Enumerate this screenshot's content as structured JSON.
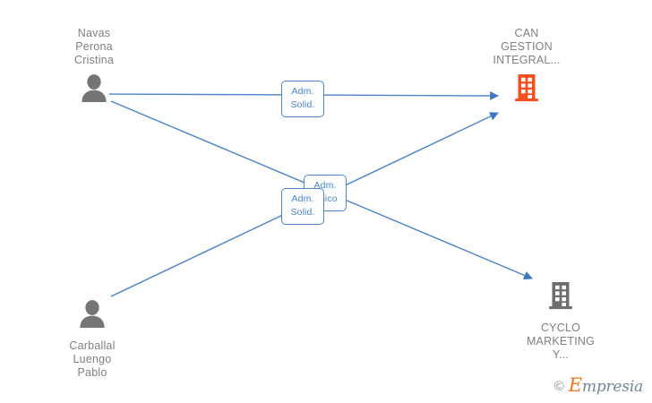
{
  "diagram": {
    "type": "relationship-graph",
    "background_color": "#ffffff",
    "edge_color": "#4a86c8",
    "person_icon_color": "#757575",
    "company_active_color": "#f4511e",
    "company_inactive_color": "#6e6e6e",
    "label_text_color": "#808080",
    "nodes": [
      {
        "id": "navas-perona-cristina",
        "kind": "person",
        "label": "Navas\nPerona\nCristina",
        "icon": "person-icon",
        "label_position": "top"
      },
      {
        "id": "can-gestion-integral",
        "kind": "company",
        "label": "CAN\nGESTION\nINTEGRAL...",
        "icon": "building-icon",
        "label_position": "top",
        "color": "#f4511e"
      },
      {
        "id": "carballal-luengo-pablo",
        "kind": "person",
        "label": "Carballal\nLuengo\nPablo",
        "icon": "person-icon",
        "label_position": "bottom"
      },
      {
        "id": "cyclo-marketing-y",
        "kind": "company",
        "label": "CYCLO\nMARKETING\nY...",
        "icon": "building-icon",
        "label_position": "bottom",
        "color": "#6e6e6e"
      }
    ],
    "edges": [
      {
        "id": "edge-navas-to-can-gestion",
        "from": "navas-perona-cristina",
        "to": "can-gestion-integral",
        "label": "Adm.\nSolid."
      },
      {
        "id": "edge-navas-to-cyclo",
        "from": "navas-perona-cristina",
        "to": "cyclo-marketing-y",
        "label": "Adm.\nSolid."
      },
      {
        "id": "edge-carballal-to-can-gestion",
        "from": "carballal-luengo-pablo",
        "to": "can-gestion-integral",
        "label": "Adm.\nUnico"
      }
    ]
  },
  "watermark": {
    "copyright": "©",
    "brand_initial": "E",
    "brand_rest": "mpresia"
  }
}
